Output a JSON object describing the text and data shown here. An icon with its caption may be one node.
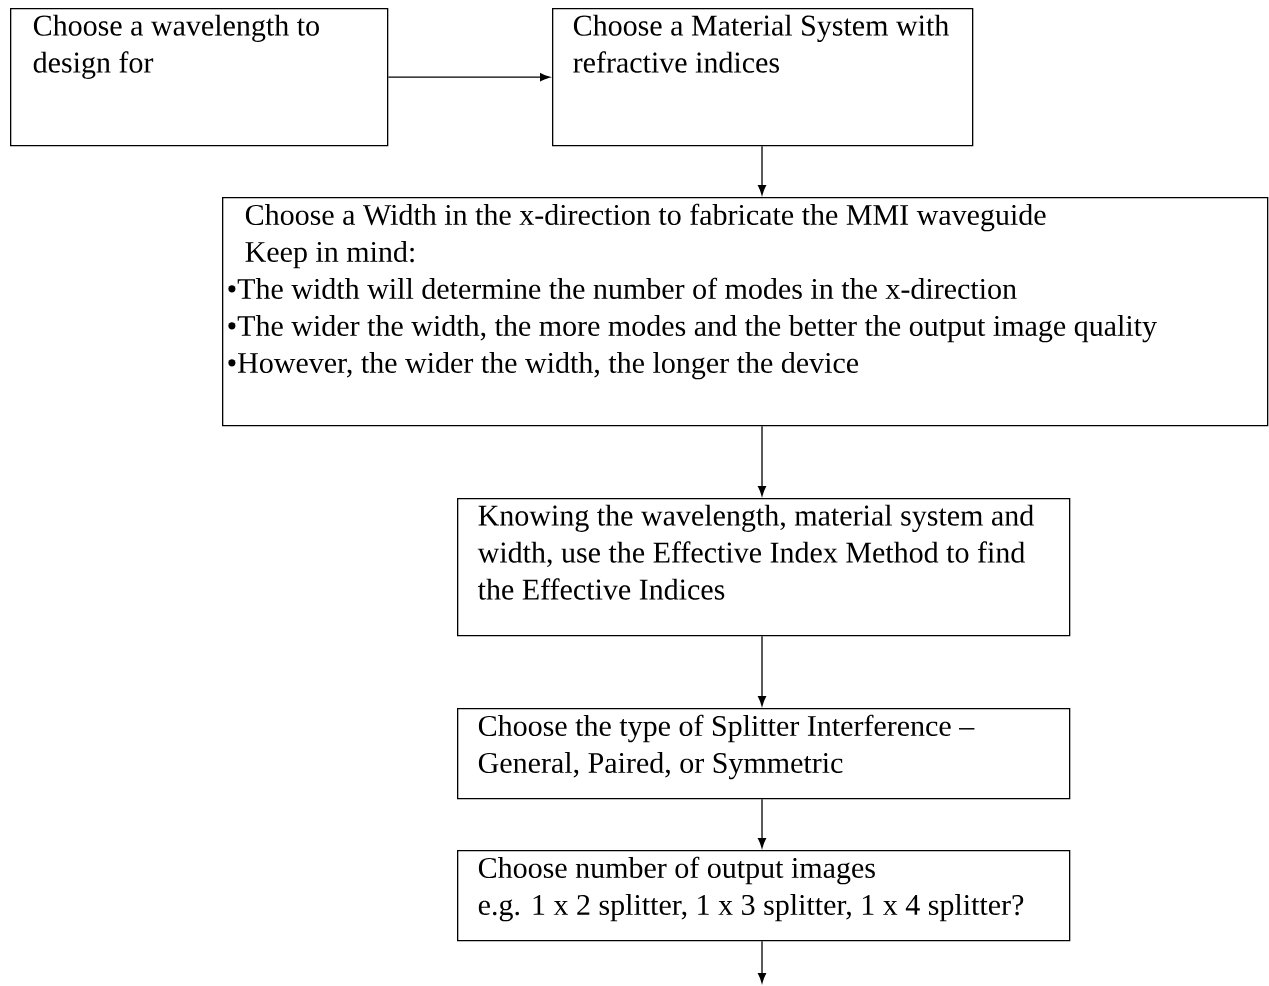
{
  "diagram": {
    "nodes": [
      {
        "text": [
          "Choose a wavelength to design for"
        ]
      },
      {
        "text": [
          "Choose a Material System with refractive indices"
        ]
      },
      {
        "text": [
          "Choose a Width in the x-direction to fabricate the MMI waveguide",
          "Keep in mind:",
          "•The width will determine the number of modes in the x-direction",
          "•The wider the width, the more modes and the better the output image quality",
          "•However, the wider the width, the longer the device"
        ]
      },
      {
        "text": [
          "Knowing the wavelength, material system and width, use the Effective Index Method to find the Effective Indices"
        ]
      },
      {
        "text": [
          "Choose the type of Splitter Interference – General, Paired, or Symmetric"
        ]
      },
      {
        "text": [
          "Choose number of output images",
          "e.g. 1 x 2 splitter, 1 x 3 splitter, 1 x 4 splitter?"
        ]
      }
    ],
    "edges": [
      {
        "from": 0,
        "to": 1,
        "arrow": "to"
      },
      {
        "from": 1,
        "to": 2,
        "arrow": "to"
      },
      {
        "from": 2,
        "to": 3,
        "arrow": "to"
      },
      {
        "from": 3,
        "to": 4,
        "arrow": "to"
      },
      {
        "from": 4,
        "to": 5,
        "arrow": "to"
      },
      {
        "from": 5,
        "to": null,
        "arrow": "to"
      }
    ]
  }
}
